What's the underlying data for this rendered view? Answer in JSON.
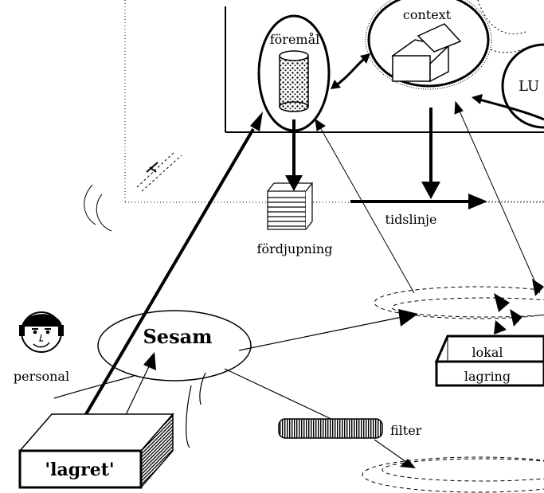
{
  "labels": {
    "foremal": "föremål",
    "context": "context",
    "lu": "LU",
    "fordjupning": "fördjupning",
    "tidslinje": "tidslinje",
    "sesam": "Sesam",
    "personal": "personal",
    "lokal": "lokal",
    "lagring": "lagring",
    "filter": "filter",
    "lagret": "'lagret'"
  }
}
